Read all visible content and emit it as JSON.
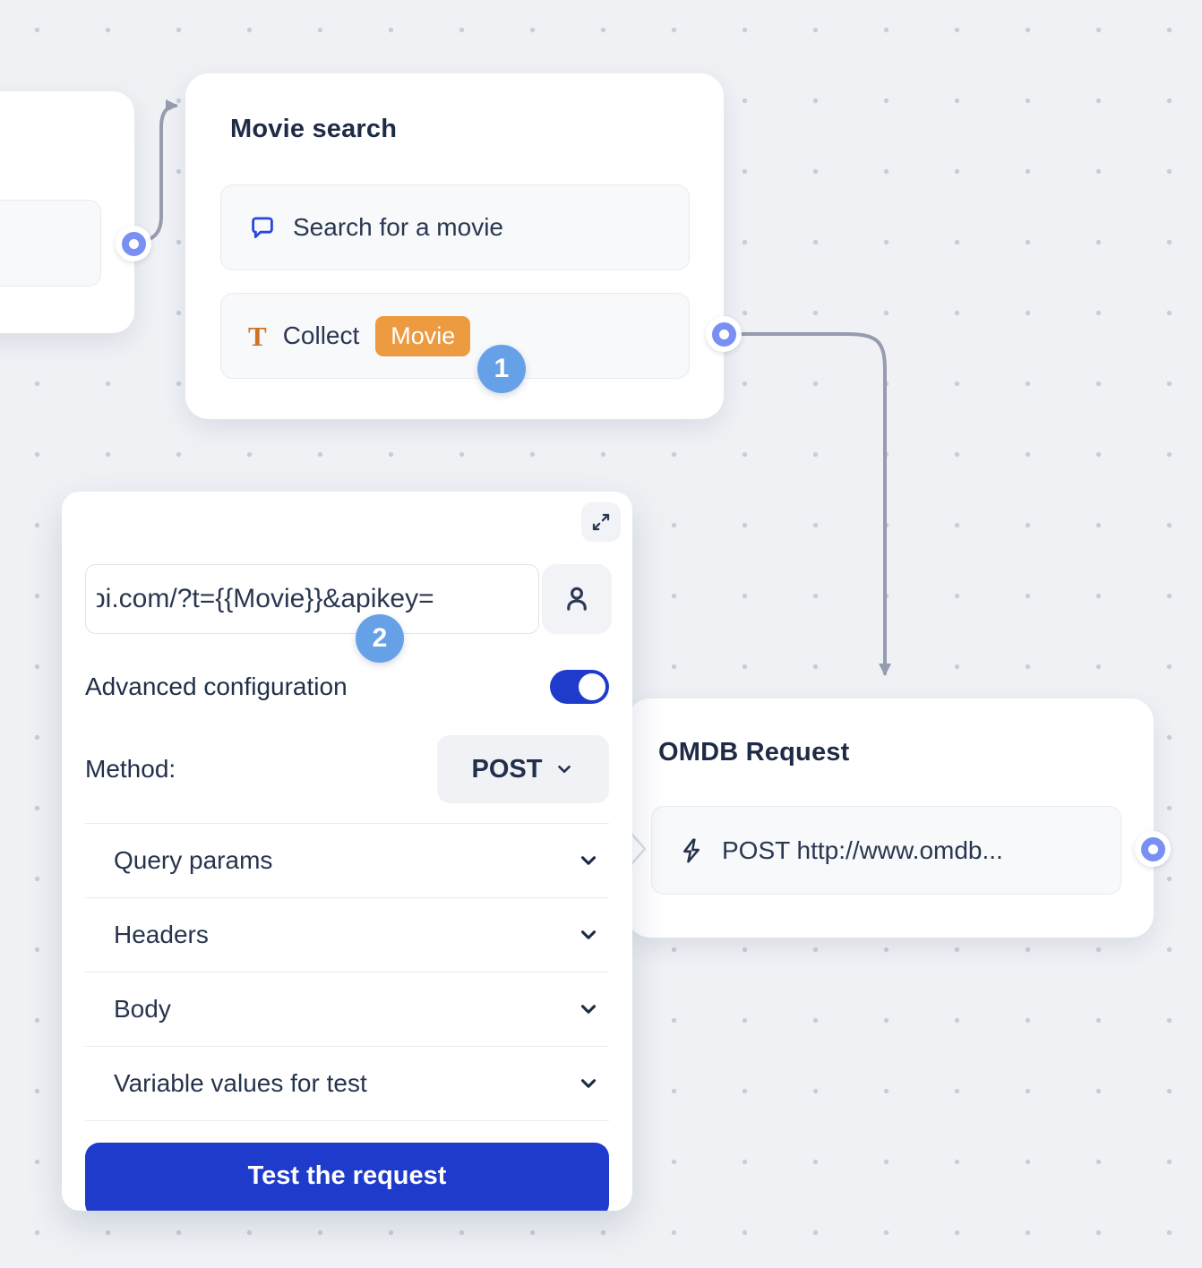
{
  "colors": {
    "brand_blue": "#1F3BCC",
    "step_badge_blue": "#66A1E8",
    "variable_chip_orange": "#ED9B40",
    "port_blue": "#7A8FF2",
    "connector_gray": "#949CAE",
    "canvas_background": "#EFF1F5"
  },
  "nodes": {
    "movie_search": {
      "title": "Movie search",
      "items": [
        {
          "icon": "chat-bubble-icon",
          "label": "Search for a movie"
        },
        {
          "icon": "text-input-icon",
          "label": "Collect",
          "variable": "Movie"
        }
      ],
      "step_badge": "1"
    },
    "omdb_request": {
      "title": "OMDB Request",
      "items": [
        {
          "icon": "lightning-icon",
          "label": "POST http://www.omdb..."
        }
      ]
    }
  },
  "webhook_panel": {
    "step_badge": "2",
    "url_input": {
      "value": "pi.com/?t={{Movie}}&apikey="
    },
    "advanced_configuration": {
      "label": "Advanced configuration",
      "enabled": true
    },
    "method": {
      "label": "Method:",
      "value": "POST"
    },
    "sections": [
      {
        "label": "Query params"
      },
      {
        "label": "Headers"
      },
      {
        "label": "Body"
      },
      {
        "label": "Variable values for test"
      }
    ],
    "test_button": "Test the request"
  }
}
